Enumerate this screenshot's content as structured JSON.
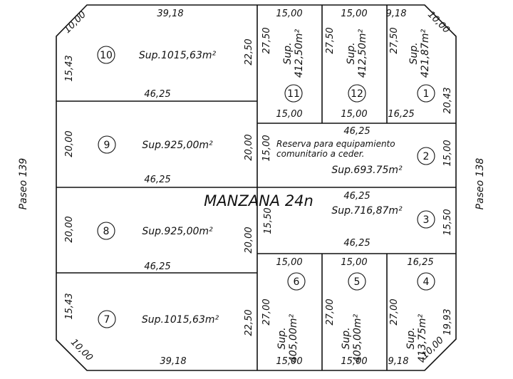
{
  "block": {
    "title": "MANZANA 24n",
    "street_left": "Paseo 139",
    "street_right": "Paseo 138"
  },
  "lots": [
    {
      "id": "10",
      "area": "Sup.1015,63m²"
    },
    {
      "id": "9",
      "area": "Sup.925,00m²"
    },
    {
      "id": "8",
      "area": "Sup.925,00m²"
    },
    {
      "id": "7",
      "area": "Sup.1015,63m²"
    },
    {
      "id": "11",
      "area": "Sup.",
      "area2": "412,50m²"
    },
    {
      "id": "12",
      "area": "Sup.",
      "area2": "412,50m²"
    },
    {
      "id": "1",
      "area": "Sup.",
      "area2": "421,87m²"
    },
    {
      "id": "2",
      "area": "Sup.693.75m²",
      "note1": "Reserva para equipamiento",
      "note2": "comunitario a ceder."
    },
    {
      "id": "3",
      "area": "Sup.716,87m²"
    },
    {
      "id": "6",
      "area": "Sup.",
      "area2": "405,00m²"
    },
    {
      "id": "5",
      "area": "Sup.",
      "area2": "405,00m²"
    },
    {
      "id": "4",
      "area": "Sup.",
      "area2": "413,75m²"
    }
  ],
  "dims": {
    "top_left_width": "39,18",
    "top_left_chamfer": "10,00",
    "top_right_chamfer": "10,00",
    "top_11": "15,00",
    "top_12": "15,00",
    "top_1": "9,18",
    "lot10_left": "15,43",
    "lot10_bottom": "46,25",
    "lot10_right": "22,50",
    "lot11_left": "27,50",
    "lot12_left": "27,50",
    "lot1_left": "27,50",
    "lot11_bottom": "15,00",
    "lot12_bottom": "15,00",
    "lot1_bottom": "16,25",
    "lot1_right": "20,43",
    "lot2_top": "46,25",
    "lot9_left": "20,00",
    "lot9_right": "20,00",
    "lot9_bottom": "46,25",
    "lot2_left": "15,00",
    "lot2_right": "15,00",
    "lot3_top": "46,25",
    "lot8_left": "20,00",
    "lot8_right": "20,00",
    "lot8_bottom": "46,25",
    "lot3_left": "15,50",
    "lot3_right": "15,50",
    "lot3_bottom": "46,25",
    "lot6_top": "15,00",
    "lot5_top": "15,00",
    "lot4_top": "16,25",
    "lot7_left": "15,43",
    "lot7_right": "22,50",
    "lot6_left": "27,00",
    "lot5_left": "27,00",
    "lot4_left": "27,00",
    "lot4_right": "19,93",
    "bottom_left_chamfer": "10,00",
    "bottom_left_width": "39,18",
    "bottom_6": "15,00",
    "bottom_5": "15,00",
    "bottom_4": "9,18",
    "bottom_right_chamfer": "10,00"
  }
}
